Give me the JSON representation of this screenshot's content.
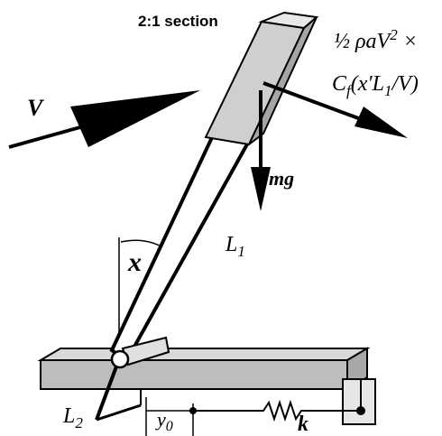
{
  "labels": {
    "section": "2:1 section",
    "aero_line1_half": "½",
    "aero_line1_rest": " ρaV",
    "aero_line1_exp": "2",
    "aero_line1_times": " ×",
    "aero_line2_c": "C",
    "aero_line2_sub": "f",
    "aero_line2_rest": "(x′L",
    "aero_line2_sub1": "1",
    "aero_line2_end": "/V)",
    "velocity": "V",
    "weight": "mg",
    "length1": "L",
    "length1_sub": "1",
    "angle": "x",
    "length2": "L",
    "length2_sub": "2",
    "offset": "y",
    "offset_sub": "0",
    "spring": "k"
  }
}
